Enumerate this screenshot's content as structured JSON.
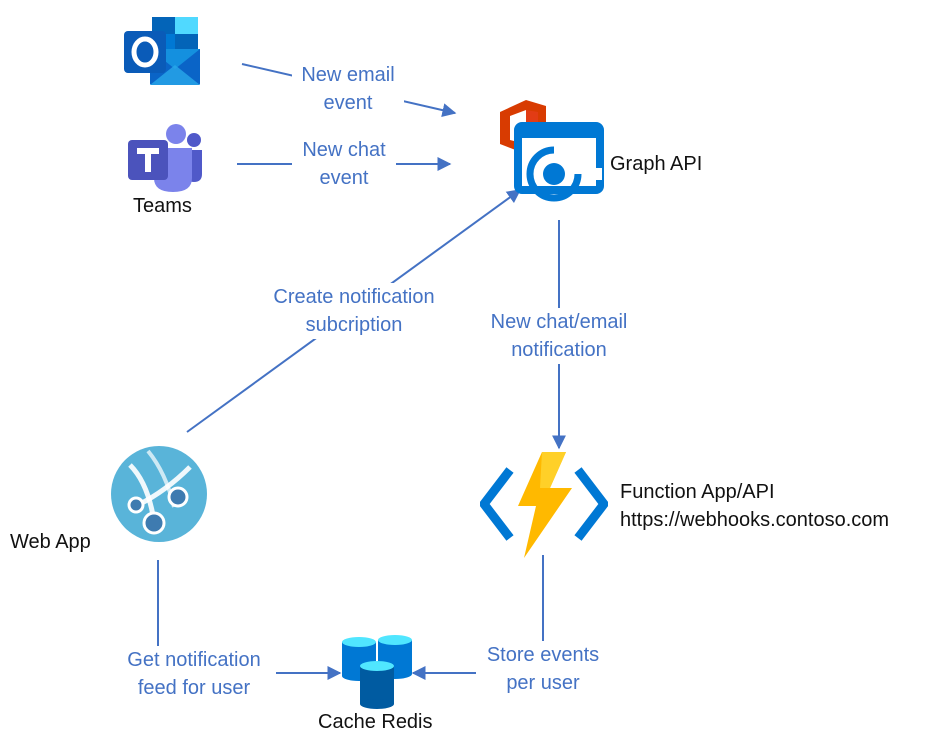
{
  "nodes": {
    "outlook": {
      "label": "",
      "icon": "outlook-icon"
    },
    "teams": {
      "label": "Teams",
      "icon": "teams-icon"
    },
    "graph": {
      "label": "Graph API",
      "icon": "office-graph-icon"
    },
    "function_app": {
      "title": "Function App/API",
      "url": "https://webhooks.contoso.com",
      "icon": "azure-function-icon"
    },
    "web_app": {
      "label": "Web App",
      "icon": "azure-web-app-icon"
    },
    "redis": {
      "label": "Cache Redis",
      "icon": "redis-cache-icon"
    }
  },
  "edges": {
    "email": {
      "text": "New email\nevent"
    },
    "chat": {
      "text": "New chat\nevent"
    },
    "subscription": {
      "text": "Create notification\nsubcription"
    },
    "notification": {
      "text": "New chat/email\nnotification"
    },
    "store": {
      "text": "Store events\nper user"
    },
    "feed": {
      "text": "Get notification\nfeed for user"
    }
  },
  "colors": {
    "connector": "#4472C4",
    "label_text": "#4472C4",
    "outlook_blue": "#0A64C7",
    "teams_purple": "#5059C9",
    "office_orange": "#D83B01",
    "azure_blue": "#0078D4",
    "function_yellow": "#FFB900",
    "web_app_blue": "#59B4D9"
  }
}
